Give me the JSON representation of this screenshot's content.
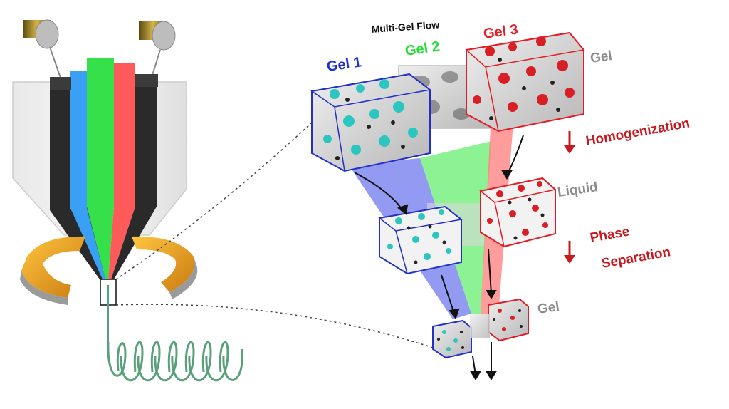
{
  "diagram": {
    "title": "Multi-Gel Flow",
    "labels": {
      "gel1": "Gel 1",
      "gel2": "Gel 2",
      "gel3": "Gel 3",
      "state_top": "Gel",
      "state_mid": "Liquid",
      "state_bottom": "Gel",
      "step1": "Homogenization",
      "step2_line1": "Phase",
      "step2_line2": "Separation"
    },
    "colors": {
      "gel1": "#1f2fd6",
      "gel2": "#22dd33",
      "gel3": "#e81e25",
      "state": "#8c8c8c",
      "step": "#c8191e",
      "title": "#111111",
      "ring": "#f0a020",
      "fiber": "#5aa07a"
    }
  }
}
